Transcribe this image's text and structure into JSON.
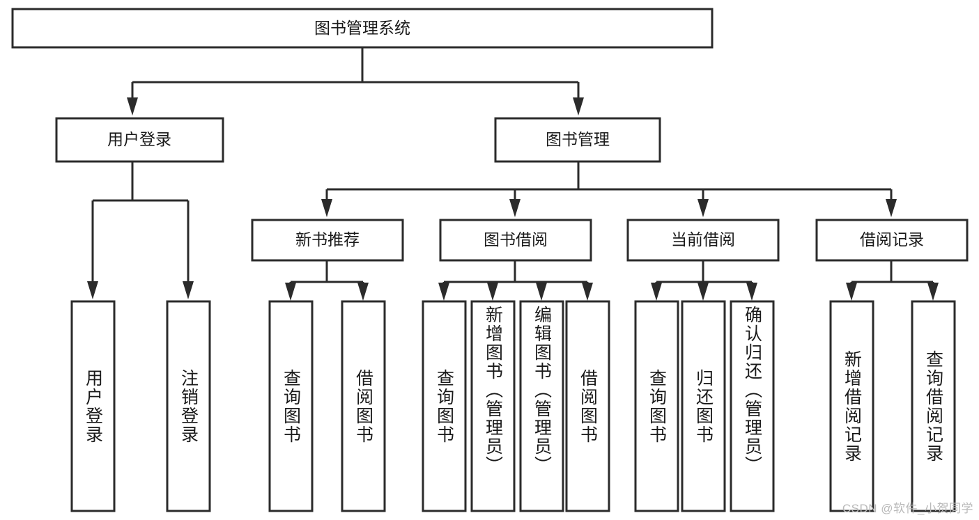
{
  "diagram": {
    "title": "图书管理系统",
    "watermark": "CSDN @软件_小贺同学",
    "root": {
      "id": "root",
      "label": "图书管理系统"
    },
    "level2": [
      {
        "id": "user-login",
        "label": "用户登录"
      },
      {
        "id": "book-manage",
        "label": "图书管理"
      }
    ],
    "level3": [
      {
        "id": "new-book-recommend",
        "label": "新书推荐",
        "parent": "book-manage"
      },
      {
        "id": "book-borrow",
        "label": "图书借阅",
        "parent": "book-manage"
      },
      {
        "id": "current-borrow",
        "label": "当前借阅",
        "parent": "book-manage"
      },
      {
        "id": "borrow-record",
        "label": "借阅记录",
        "parent": "book-manage"
      }
    ],
    "leaves": [
      {
        "id": "leaf-user-login",
        "label": "用户登录",
        "parent": "user-login"
      },
      {
        "id": "leaf-user-logout",
        "label": "注销登录",
        "parent": "user-login"
      },
      {
        "id": "leaf-query-book-1",
        "label": "查询图书",
        "parent": "new-book-recommend"
      },
      {
        "id": "leaf-borrow-book-1",
        "label": "借阅图书",
        "parent": "new-book-recommend"
      },
      {
        "id": "leaf-query-book-2",
        "label": "查询图书",
        "parent": "book-borrow"
      },
      {
        "id": "leaf-add-book",
        "label": "新增图书（管理员）",
        "parent": "book-borrow"
      },
      {
        "id": "leaf-edit-book",
        "label": "编辑图书（管理员）",
        "parent": "book-borrow"
      },
      {
        "id": "leaf-borrow-book-2",
        "label": "借阅图书",
        "parent": "book-borrow"
      },
      {
        "id": "leaf-query-book-3",
        "label": "查询图书",
        "parent": "current-borrow"
      },
      {
        "id": "leaf-return-book",
        "label": "归还图书",
        "parent": "current-borrow"
      },
      {
        "id": "leaf-confirm-return",
        "label": "确认归还（管理员）",
        "parent": "current-borrow"
      },
      {
        "id": "leaf-add-record",
        "label": "新增借阅记录",
        "parent": "borrow-record"
      },
      {
        "id": "leaf-query-record",
        "label": "查询借阅记录",
        "parent": "borrow-record"
      }
    ],
    "colors": {
      "stroke": "#2b2b2b",
      "fill": "#ffffff",
      "text": "#1a1a1a",
      "watermark": "#b9b9b9"
    }
  }
}
